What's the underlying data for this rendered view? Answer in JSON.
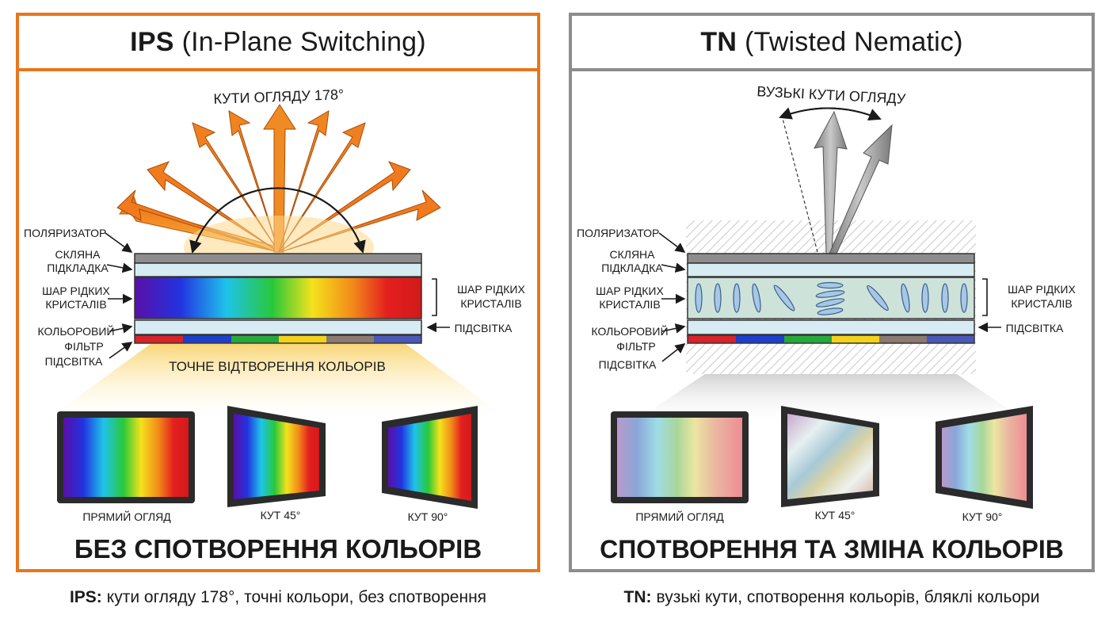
{
  "ips": {
    "title_abbr": "IPS",
    "title_full": "(In-Plane Switching)",
    "view_angle_label": "КУТИ ОГЛЯДУ 178°",
    "layers": {
      "polarizer": "ПОЛЯРИЗАТОР",
      "glass_1": "СКЛЯНА",
      "glass_2": "ПІДКЛАДКА",
      "lc_1": "ШАР РІДКИХ",
      "lc_2": "КРИСТАЛІВ",
      "filter_1": "КОЛЬОРОВИЙ",
      "filter_2": "ФІЛЬТР",
      "backlight_left": "ПІДСВІТКА",
      "lc_right_1": "ШАР РІДКИХ",
      "lc_right_2": "КРИСТАЛІВ",
      "backlight_right": "ПІДСВІТКА"
    },
    "accurate_label": "ТОЧНЕ ВІДТВОРЕННЯ КОЛЬОРІВ",
    "views": [
      "ПРЯМИЙ ОГЛЯД",
      "КУТ 45°",
      "КУТ 90°"
    ],
    "result": "БЕЗ СПОТВОРЕННЯ КОЛЬОРІВ",
    "caption_abbr": "IPS:",
    "caption_text": "кути огляду 178°, точні кольори, без спотворення"
  },
  "tn": {
    "title_abbr": "TN",
    "title_full": "(Twisted Nematic)",
    "view_angle_label": "ВУЗЬКІ КУТИ ОГЛЯДУ",
    "layers": {
      "polarizer": "ПОЛЯРИЗАТОР",
      "glass_1": "СКЛЯНА",
      "glass_2": "ПІДКЛАДКА",
      "lc_1": "ШАР РІДКИХ",
      "lc_2": "КРИСТАЛІВ",
      "filter_1": "КОЛЬОРОВИЙ",
      "filter_2": "ФІЛЬТР",
      "backlight_left": "ПІДСВІТКА",
      "lc_right_1": "ШАР РІДКИХ",
      "lc_right_2": "КРИСТАЛІВ",
      "backlight_right": "ПІДСВІТКА"
    },
    "views": [
      "ПРЯМИЙ ОГЛЯД",
      "КУТ 45°",
      "КУТ 90°"
    ],
    "result": "СПОТВОРЕННЯ ТА ЗМІНА КОЛЬОРІВ",
    "caption_abbr": "TN:",
    "caption_text": "вузькі кути, спотворення кольорів, бляклі кольори"
  },
  "colors": {
    "ips_accent": "#e8761c",
    "tn_accent": "#8c8c8c",
    "filter_stripes": [
      "#d8232a",
      "#1c3fd0",
      "#27a83b",
      "#f2d21b",
      "#8a7a72",
      "#4b58b8"
    ]
  }
}
